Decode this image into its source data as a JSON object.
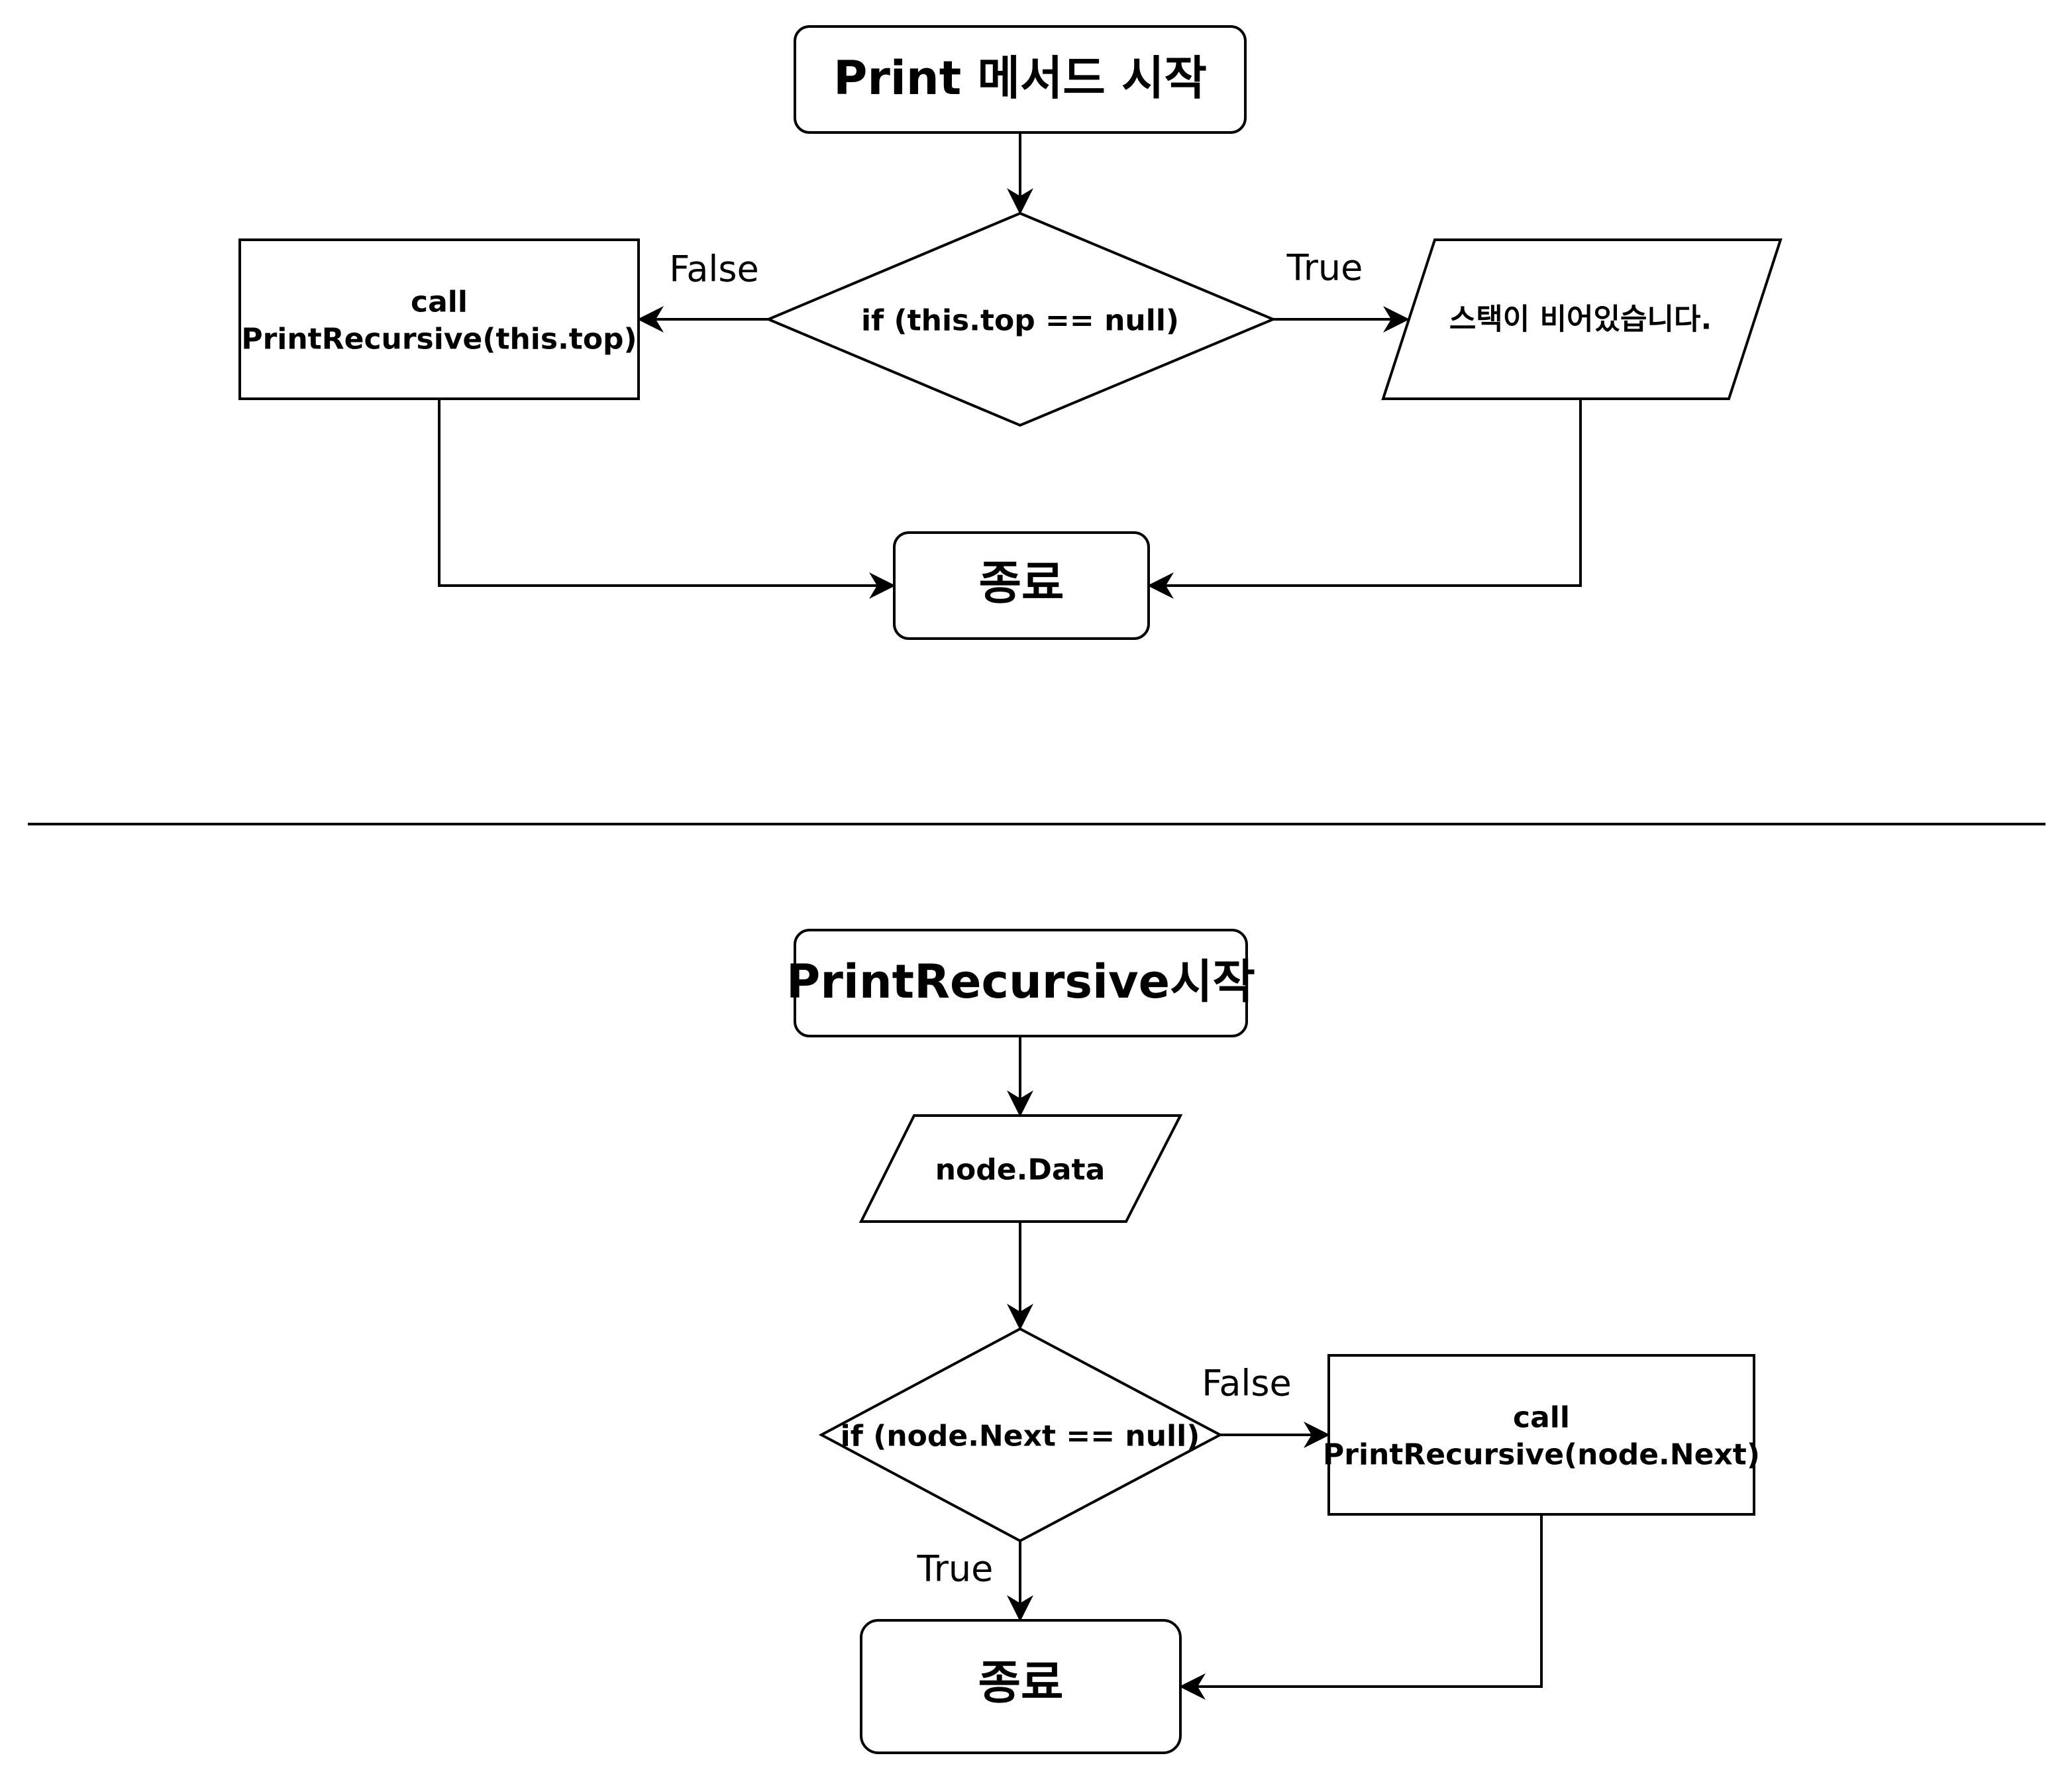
{
  "top_flow": {
    "start": "Print 메서드 시작",
    "decision": "if (this.top == null)",
    "false_label": "False",
    "true_label": "True",
    "call_line1": "call",
    "call_line2": "PrintRecursive(this.top)",
    "output": "스택이 비어있습니다.",
    "end": "종료"
  },
  "bottom_flow": {
    "start": "PrintRecursive시작",
    "output": "node.Data",
    "decision": "if (node.Next == null)",
    "false_label": "False",
    "true_label": "True",
    "call_line1": "call",
    "call_line2": "PrintRecursive(node.Next)",
    "end": "종료"
  }
}
